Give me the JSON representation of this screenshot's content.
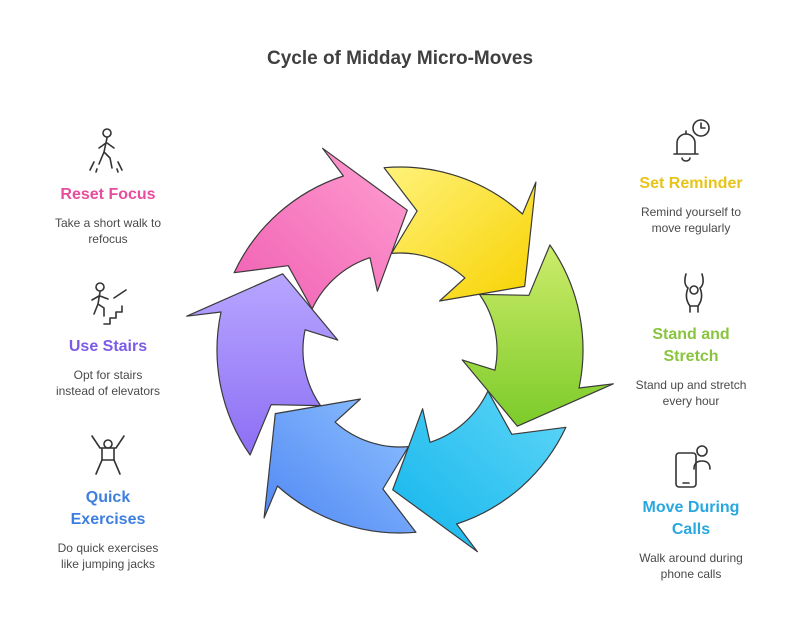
{
  "title": "Cycle of Midday Micro-Moves",
  "colors": {
    "set_reminder": "#e8c318",
    "stand_stretch": "#8ac43f",
    "move_calls": "#29a8e0",
    "quick_exercises": "#3d7fe0",
    "use_stairs": "#7c5ce6",
    "reset_focus": "#e84c9c"
  },
  "steps": {
    "set_reminder": {
      "heading": "Set Reminder",
      "desc": [
        "Remind yourself to",
        "move regularly"
      ],
      "icon": "alarm-bell-icon"
    },
    "stand_stretch": {
      "heading": [
        "Stand and",
        "Stretch"
      ],
      "desc": [
        "Stand up and stretch",
        "every hour"
      ],
      "icon": "stretching-figure-icon"
    },
    "move_calls": {
      "heading": [
        "Move During",
        "Calls"
      ],
      "desc": [
        "Walk around during",
        "phone calls"
      ],
      "icon": "phone-person-icon"
    },
    "quick_exercises": {
      "heading": [
        "Quick",
        "Exercises"
      ],
      "desc": [
        "Do quick exercises",
        "like jumping jacks"
      ],
      "icon": "jumping-jack-icon"
    },
    "use_stairs": {
      "heading": "Use Stairs",
      "desc": [
        "Opt for stairs",
        "instead of elevators"
      ],
      "icon": "stairs-climber-icon"
    },
    "reset_focus": {
      "heading": "Reset Focus",
      "desc": [
        "Take a short walk to",
        "refocus"
      ],
      "icon": "walking-person-icon"
    }
  }
}
